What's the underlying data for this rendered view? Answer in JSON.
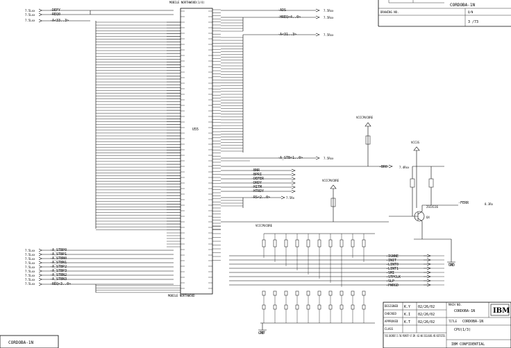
{
  "sheet": {
    "title_top": "CORDOBA-1N",
    "title_bottom_left": "CORDOBA-1N",
    "drawing_no_label": "DRAWING NO.",
    "sheet_label": "Q/N",
    "sheet_value": "3 /73",
    "ibm_logo": "IBM",
    "confidential": "IBM CONFIDENTIAL"
  },
  "chip": {
    "header": "MOBILE NORTHWOOD(1/4)",
    "ref": "U55",
    "bottom_label": "MOBILE NORTHWOOD"
  },
  "left_inputs": [
    {
      "label": "-DEFY",
      "ref": "7.5Lxx"
    },
    {
      "label": "-REQ0",
      "ref": "7.5Lxx"
    },
    {
      "label": "-A<33..3>",
      "ref": "7.5Lxx"
    }
  ],
  "left_bottom_inputs": [
    {
      "label": "-A_STBP0",
      "ref": "7.5Lxx"
    },
    {
      "label": "-A_STBP1",
      "ref": "7.5Lxx"
    },
    {
      "label": "-A_STBN0",
      "ref": "7.5Lxx"
    },
    {
      "label": "-A_STBN1",
      "ref": "7.5Lxx"
    },
    {
      "label": "-A_STBP2",
      "ref": "7.5Lxx"
    },
    {
      "label": "-A_STBP3",
      "ref": "7.5Lxx"
    },
    {
      "label": "-A_STBN2",
      "ref": "7.5Lxx"
    },
    {
      "label": "-A_STBN3",
      "ref": "7.5Lxx"
    },
    {
      "label": "-REQ<3..0>",
      "ref": "7.5Lxx"
    }
  ],
  "right_signals": [
    {
      "label": "-ADS",
      "ref": "7.5Rxx"
    },
    {
      "label": "-HREQ<4..0>",
      "ref": "7.5Rxx"
    },
    {
      "label": "-A<31..3>",
      "ref": "7.5Rxx"
    },
    {
      "label": "-A_STB<1..0>",
      "ref": "7.5Rxx"
    },
    {
      "label": "-BR0",
      "ref": "7.4Rxx"
    },
    {
      "label": "-RS<2..0>",
      "ref": "7.5Rx"
    },
    {
      "label": "-FERR",
      "ref": "8.3Rx"
    }
  ],
  "control_signals": [
    "-BNR",
    "-BPRI",
    "-DEFER",
    "-DRDY",
    "-HITM",
    "-HTRDY"
  ],
  "power": {
    "vcc1": "VCCCPUCORE",
    "vcc2": "VCCCPUCORE",
    "vcc3": "VCCCPUCORE",
    "vcc25": "VCC3S",
    "gnd": "GND"
  },
  "transistor": {
    "ref": "Q4",
    "desc": "2SC4116"
  },
  "output_signals": [
    "-IGNNE",
    "-INIT",
    "-LINT0",
    "-LINT1",
    "-SMI",
    "-STPCLK",
    "-SLP",
    "-PWRGD"
  ],
  "title_block": {
    "rows": [
      {
        "label": "DESIGNED",
        "name": "K.Y",
        "date": "02/26/02"
      },
      {
        "label": "CHECKED",
        "name": "K.I",
        "date": "02/26/02"
      },
      {
        "label": "APPROVED",
        "name": "K.T",
        "date": "02/26/02"
      },
      {
        "label": "CLASS",
        "name": "",
        "date": ""
      }
    ],
    "mach_label": "MACH NO.",
    "mach_value": "CORDOBA-1N",
    "title_label": "TITLE",
    "title_value": "CORDOBA-1N",
    "subtitle": "CPU(1/3)",
    "notice": "THIS DOCUMENT IS THE PROPERTY OF IBM. USE AND DISCLOSURE ARE RESTRICTED."
  }
}
